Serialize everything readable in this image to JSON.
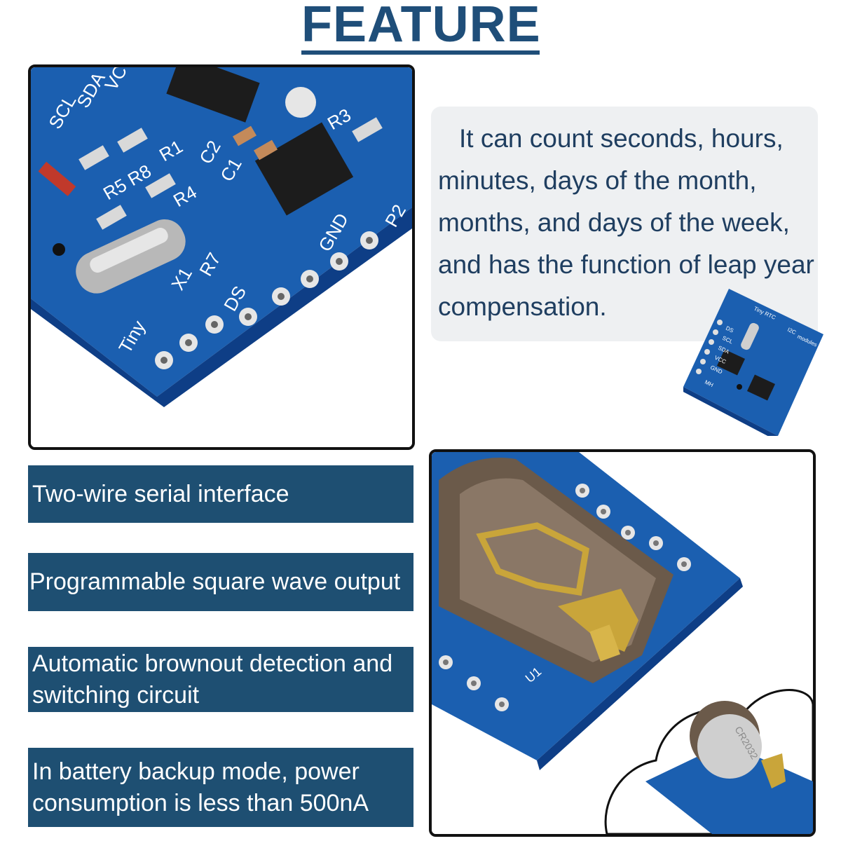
{
  "title": "FEATURE",
  "description": "It can count seconds, hours, minutes, days of the month, months, and days of the week, and has the function of leap year compensation.",
  "features": [
    "Two-wire serial interface",
    "Programmable square wave output",
    "Automatic brownout detection and switching circuit",
    "In battery backup mode, power consumption is less than 500nA"
  ],
  "board_labels": {
    "top_photo": [
      "SCL",
      "SDA",
      "VCC",
      "GND",
      "DS",
      "X1",
      "R7",
      "R5",
      "R8",
      "R4",
      "R1",
      "R3",
      "C1",
      "C2",
      "P2",
      "Tiny"
    ],
    "small_board": [
      "Tiny RTC",
      "I2C",
      "modules",
      "DS",
      "SCL",
      "SDA",
      "VCC",
      "GND",
      "MH"
    ],
    "battery_photo": [
      "U1"
    ],
    "battery_mark": "CR2032"
  },
  "colors": {
    "title": "#1f4e79",
    "bar": "#1e4f72",
    "pcb": "#1b5fb0",
    "pcb_dark": "#123f7e",
    "holder": "#6b5a4a",
    "gold": "#c9a53a"
  }
}
